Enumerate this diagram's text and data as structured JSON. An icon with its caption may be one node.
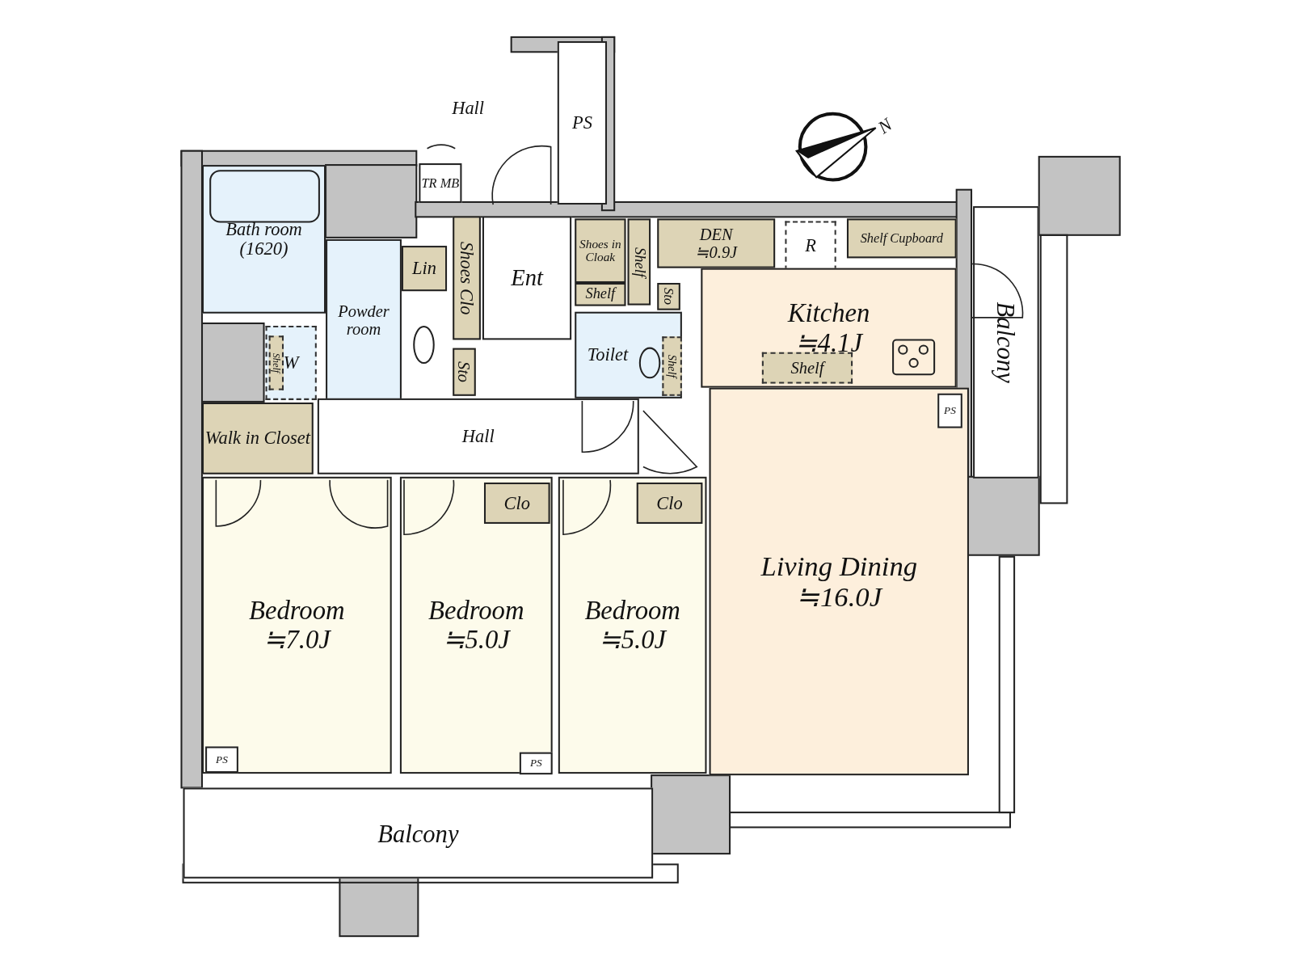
{
  "diagram": {
    "nodes": [
      {
        "text": [
          "Bath room (1620)"
        ]
      },
      {
        "text": [
          "Powder room"
        ]
      },
      {
        "text": [
          "Lin"
        ]
      },
      {
        "text": [
          "W"
        ]
      },
      {
        "text": [
          "Shelf"
        ],
        "in": 3
      },
      {
        "text": [
          "Walk in Closet"
        ]
      },
      {
        "text": [
          "Shoes Clo"
        ]
      },
      {
        "text": [
          "Sto"
        ]
      },
      {
        "text": [
          "Ent"
        ]
      },
      {
        "text": [
          "TR MB"
        ]
      },
      {
        "text": [
          "PS"
        ]
      },
      {
        "text": [
          "Shoes in Cloak"
        ]
      },
      {
        "text": [
          "Shelf"
        ]
      },
      {
        "text": [
          "Shelf"
        ]
      },
      {
        "text": [
          "DEN",
          "≒0.9J"
        ]
      },
      {
        "text": [
          "Sto"
        ]
      },
      {
        "text": [
          "Toilet"
        ]
      },
      {
        "text": [
          "Shelf"
        ],
        "in": 16
      },
      {
        "text": [
          "R"
        ]
      },
      {
        "text": [
          "Shelf Cupboard"
        ]
      },
      {
        "text": [
          "Kitchen",
          "≒4.1J"
        ]
      },
      {
        "text": [
          "Shelf"
        ],
        "in": 20
      },
      {
        "text": [
          "Hall"
        ]
      },
      {
        "text": [
          "Bedroom",
          "≒7.0J"
        ]
      },
      {
        "text": [
          "Bedroom",
          "≒5.0J"
        ]
      },
      {
        "text": [
          "Clo"
        ],
        "in": 24
      },
      {
        "text": [
          "Bedroom",
          "≒5.0J"
        ]
      },
      {
        "text": [
          "Clo"
        ],
        "in": 26
      },
      {
        "text": [
          "Living Dining",
          "≒16.0J"
        ]
      },
      {
        "text": [
          "PS"
        ],
        "in": 28
      },
      {
        "text": [
          "PS"
        ],
        "in": 23
      },
      {
        "text": [
          "PS"
        ],
        "in": 24
      },
      {
        "text": [
          "Balcony"
        ]
      },
      {
        "text": [
          "Balcony"
        ]
      }
    ],
    "labels": [
      "Hall",
      "N"
    ]
  }
}
